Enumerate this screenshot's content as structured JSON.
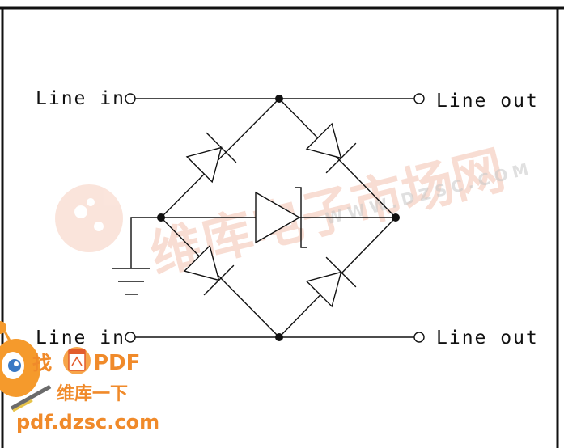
{
  "labels": {
    "line_in_top": "Line in",
    "line_out_top": "Line out",
    "line_in_bottom": "Line in",
    "line_out_bottom": "Line out"
  },
  "watermark": {
    "chinese": "维库电子市场网",
    "url": "WWW.DZSC.COM"
  },
  "badge": {
    "find": "找",
    "pdf": "PDF",
    "chinese": "维库一下",
    "url": "pdf.dzsc.com"
  },
  "colors": {
    "line": "#111111",
    "watermark": "#f3c2b0",
    "badge": "#f08a2a"
  }
}
